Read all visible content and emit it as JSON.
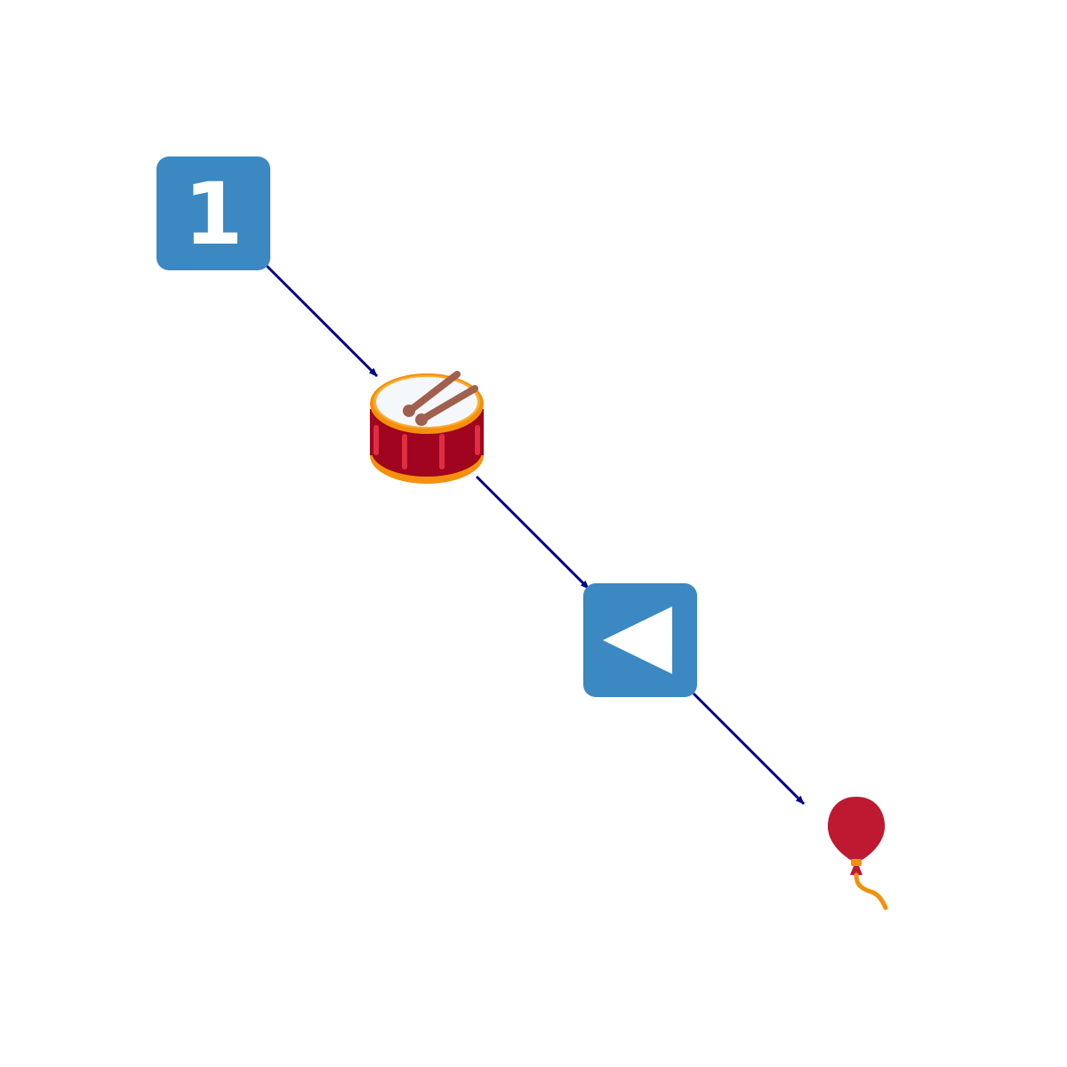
{
  "diagram": {
    "nodes": [
      {
        "id": "keycap-one",
        "icon": "keycap-digit-one-icon",
        "label": "1"
      },
      {
        "id": "drum",
        "icon": "drum-with-drumsticks-icon"
      },
      {
        "id": "reverse-button",
        "icon": "reverse-button-icon"
      },
      {
        "id": "balloon",
        "icon": "balloon-icon"
      }
    ],
    "edges": [
      {
        "from": "keycap-one",
        "to": "drum"
      },
      {
        "from": "drum",
        "to": "reverse-button"
      },
      {
        "from": "reverse-button",
        "to": "balloon"
      }
    ]
  },
  "colors": {
    "arrow": "#00008b",
    "keycap_blue": "#3b88c3",
    "drum_body": "#a0041e",
    "drum_rim": "#f4900c",
    "drum_head": "#f5f8fa",
    "drumstick": "#a0604d",
    "balloon": "#be1931",
    "balloon_string": "#f4900c"
  }
}
